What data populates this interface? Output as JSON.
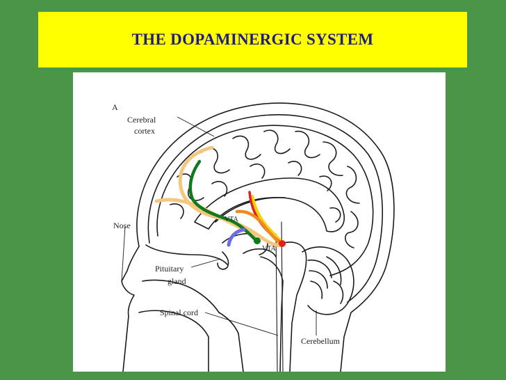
{
  "title": "THE DOPAMINERGIC SYSTEM",
  "figure_letter": "A",
  "labels": {
    "cerebral": "Cerebral",
    "cortex": "cortex",
    "nose": "Nose",
    "pituitary": "Pituitary",
    "gland": "gland",
    "spinal_cord": "Spinal cord",
    "cerebellum": "Cerebellum",
    "vta_upper": "VTA",
    "vta_lower": "VTA"
  },
  "colors": {
    "background": "#4a9547",
    "title_bar": "#ffff00",
    "title_text": "#1f1f7a",
    "pathway_tan": "#f5c77e",
    "pathway_green": "#0f7a1e",
    "pathway_red": "#e0211b",
    "pathway_orange": "#f08a1c",
    "pathway_yellow": "#f5d20e",
    "pathway_blue": "#6d6de8"
  }
}
